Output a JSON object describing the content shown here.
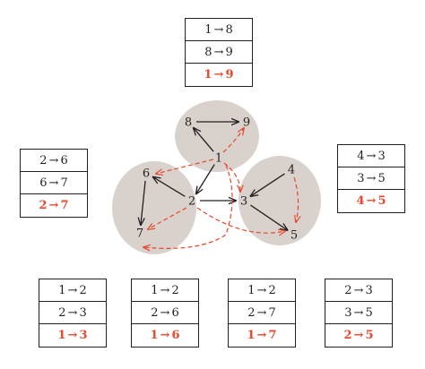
{
  "colors": {
    "cluster": "#d9d1cc",
    "edge": "#231f20",
    "derived": "#e8472b"
  },
  "nodes": [
    "1",
    "2",
    "3",
    "4",
    "5",
    "6",
    "7",
    "8",
    "9"
  ],
  "tables": {
    "top": {
      "rows": [
        {
          "from": "1",
          "to": "8"
        },
        {
          "from": "8",
          "to": "9"
        },
        {
          "from": "1",
          "to": "9",
          "derived": true
        }
      ]
    },
    "left": {
      "rows": [
        {
          "from": "2",
          "to": "6"
        },
        {
          "from": "6",
          "to": "7"
        },
        {
          "from": "2",
          "to": "7",
          "derived": true
        }
      ]
    },
    "right": {
      "rows": [
        {
          "from": "4",
          "to": "3"
        },
        {
          "from": "3",
          "to": "5"
        },
        {
          "from": "4",
          "to": "5",
          "derived": true
        }
      ]
    },
    "bottom1": {
      "rows": [
        {
          "from": "1",
          "to": "2"
        },
        {
          "from": "2",
          "to": "3"
        },
        {
          "from": "1",
          "to": "3",
          "derived": true
        }
      ]
    },
    "bottom2": {
      "rows": [
        {
          "from": "1",
          "to": "2"
        },
        {
          "from": "2",
          "to": "6"
        },
        {
          "from": "1",
          "to": "6",
          "derived": true
        }
      ]
    },
    "bottom3": {
      "rows": [
        {
          "from": "1",
          "to": "2"
        },
        {
          "from": "2",
          "to": "7"
        },
        {
          "from": "1",
          "to": "7",
          "derived": true
        }
      ]
    },
    "bottom4": {
      "rows": [
        {
          "from": "2",
          "to": "3"
        },
        {
          "from": "3",
          "to": "5"
        },
        {
          "from": "2",
          "to": "5",
          "derived": true
        }
      ]
    }
  },
  "arrow_symbol": "→",
  "edges": [
    {
      "from": "8",
      "to": "9",
      "style": "solid"
    },
    {
      "from": "1",
      "to": "8",
      "style": "solid"
    },
    {
      "from": "1",
      "to": "2",
      "style": "solid"
    },
    {
      "from": "2",
      "to": "6",
      "style": "solid"
    },
    {
      "from": "6",
      "to": "7",
      "style": "solid"
    },
    {
      "from": "2",
      "to": "3",
      "style": "solid"
    },
    {
      "from": "4",
      "to": "3",
      "style": "solid"
    },
    {
      "from": "3",
      "to": "5",
      "style": "solid"
    },
    {
      "from": "1",
      "to": "9",
      "style": "dashed"
    },
    {
      "from": "1",
      "to": "6",
      "style": "dashed"
    },
    {
      "from": "1",
      "to": "3",
      "style": "dashed"
    },
    {
      "from": "2",
      "to": "7",
      "style": "dashed"
    },
    {
      "from": "4",
      "to": "5",
      "style": "dashed"
    },
    {
      "from": "2",
      "to": "5",
      "style": "dashed"
    },
    {
      "from": "1",
      "to": "7",
      "style": "dashed"
    }
  ]
}
